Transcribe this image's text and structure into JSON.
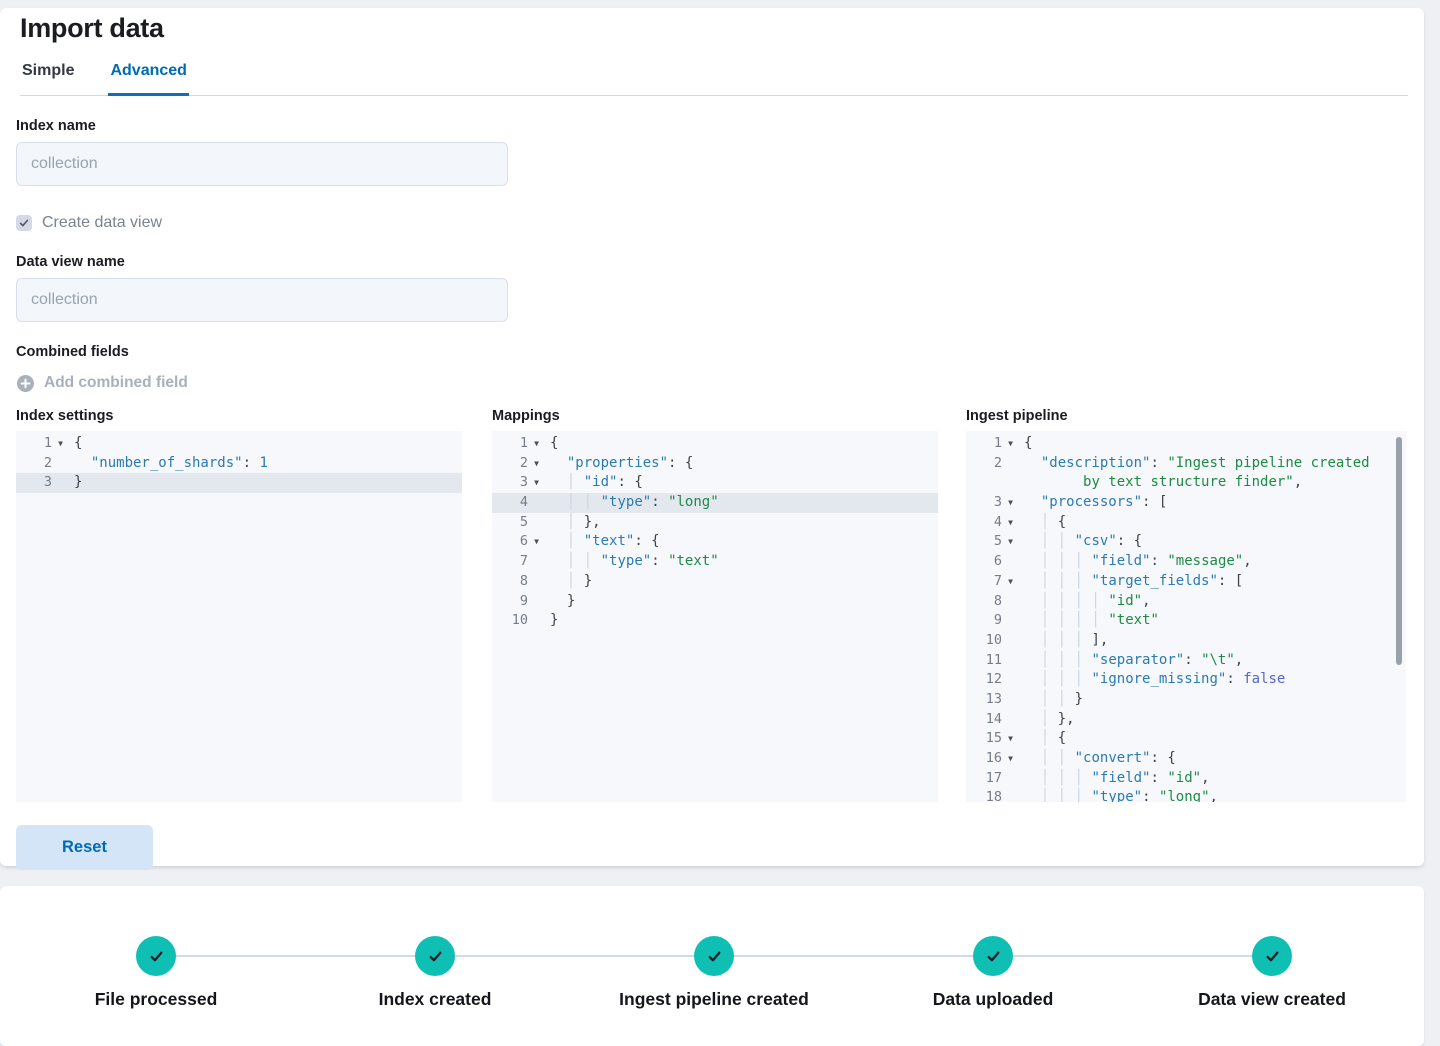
{
  "page": {
    "title": "Import data"
  },
  "tabs": [
    {
      "label": "Simple",
      "active": false
    },
    {
      "label": "Advanced",
      "active": true
    }
  ],
  "form": {
    "index_name_label": "Index name",
    "index_name_value": "collection",
    "create_data_view_label": "Create data view",
    "create_data_view_checked": true,
    "data_view_name_label": "Data view name",
    "data_view_name_value": "collection",
    "combined_fields_label": "Combined fields",
    "add_combined_field_label": "Add combined field",
    "reset_label": "Reset"
  },
  "editors": [
    {
      "title": "Index settings",
      "lines": [
        {
          "n": 1,
          "f": 1,
          "t": "{"
        },
        {
          "n": 2,
          "t": "  \"number_of_shards\": 1"
        },
        {
          "n": 3,
          "t": "}",
          "a": 1
        }
      ]
    },
    {
      "title": "Mappings",
      "lines": [
        {
          "n": 1,
          "f": 1,
          "t": "{"
        },
        {
          "n": 2,
          "f": 1,
          "t": "  \"properties\": {"
        },
        {
          "n": 3,
          "f": 1,
          "t": "    \"id\": {"
        },
        {
          "n": 4,
          "t": "      \"type\": \"long\"",
          "a": 1
        },
        {
          "n": 5,
          "t": "    },"
        },
        {
          "n": 6,
          "f": 1,
          "t": "    \"text\": {"
        },
        {
          "n": 7,
          "t": "      \"type\": \"text\""
        },
        {
          "n": 8,
          "t": "    }"
        },
        {
          "n": 9,
          "t": "  }"
        },
        {
          "n": 10,
          "t": "}"
        }
      ]
    },
    {
      "title": "Ingest pipeline",
      "scrollbar": true,
      "lines": [
        {
          "n": 1,
          "f": 1,
          "t": "{"
        },
        {
          "n": 2,
          "t": "  \"description\": \"Ingest pipeline created"
        },
        {
          "t": "       by text structure finder\",",
          "w": 1
        },
        {
          "n": 3,
          "f": 1,
          "t": "  \"processors\": ["
        },
        {
          "n": 4,
          "f": 1,
          "t": "    {"
        },
        {
          "n": 5,
          "f": 1,
          "t": "      \"csv\": {"
        },
        {
          "n": 6,
          "t": "        \"field\": \"message\","
        },
        {
          "n": 7,
          "f": 1,
          "t": "        \"target_fields\": ["
        },
        {
          "n": 8,
          "t": "          \"id\","
        },
        {
          "n": 9,
          "t": "          \"text\""
        },
        {
          "n": 10,
          "t": "        ],"
        },
        {
          "n": 11,
          "t": "        \"separator\": \"\\t\","
        },
        {
          "n": 12,
          "t": "        \"ignore_missing\": false"
        },
        {
          "n": 13,
          "t": "      }"
        },
        {
          "n": 14,
          "t": "    },"
        },
        {
          "n": 15,
          "f": 1,
          "t": "    {"
        },
        {
          "n": 16,
          "f": 1,
          "t": "      \"convert\": {"
        },
        {
          "n": 17,
          "t": "        \"field\": \"id\","
        },
        {
          "n": 18,
          "t": "        \"type\": \"long\","
        }
      ]
    }
  ],
  "steps": [
    {
      "label": "File processed",
      "status": "complete"
    },
    {
      "label": "Index created",
      "status": "complete"
    },
    {
      "label": "Ingest pipeline created",
      "status": "complete"
    },
    {
      "label": "Data uploaded",
      "status": "complete"
    },
    {
      "label": "Data view created",
      "status": "complete"
    }
  ],
  "colors": {
    "accent_blue": "#006bb4",
    "step_complete_teal": "#0fbfb3",
    "code_key_blue": "#2b7ab3",
    "code_string_green": "#1f8a44",
    "code_constant_indigo": "#5566c9",
    "active_line_bg": "#e3e8ef"
  }
}
